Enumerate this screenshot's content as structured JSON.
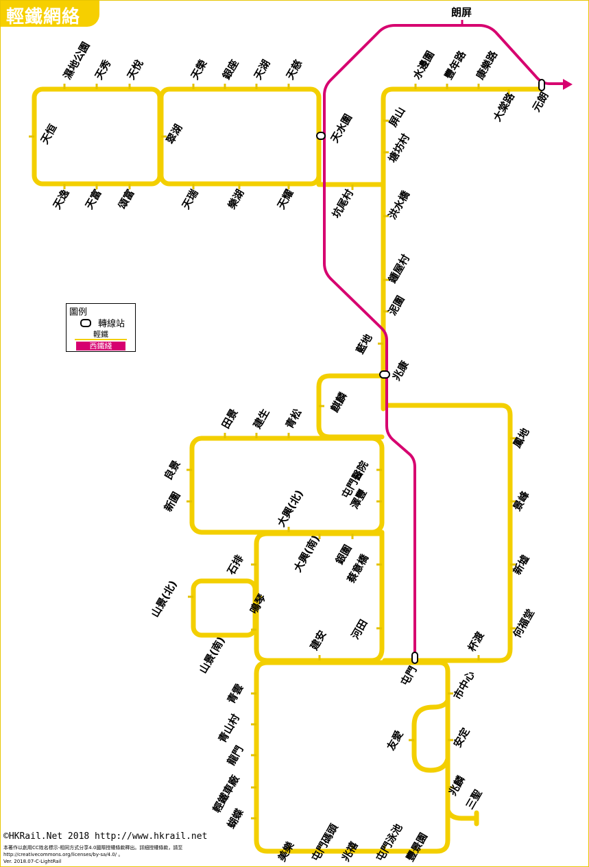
{
  "title": "輕鐵網絡",
  "colors": {
    "light_rail": "#f3cf00",
    "west_rail": "#d6006f"
  },
  "legend": {
    "heading": "圖例",
    "interchange": "轉線站",
    "light_rail": "輕鐵",
    "west_rail": "西鐵綫"
  },
  "stations": {
    "tin_heng": "天恒",
    "tin_yat": "天逸",
    "tin_fu": "天富",
    "chung_fu": "頌富",
    "wetland_park": "濕地公園",
    "tin_sau": "天秀",
    "tin_yuet": "天悅",
    "tin_wing": "天榮",
    "ngan_wo": "銀座",
    "tin_wu": "天湖",
    "tin_tsz": "天慈",
    "chestwood": "翠湖",
    "tin_shui": "天瑞",
    "locwood": "樂湖",
    "tin_yiu": "天耀",
    "tin_shui_wai": "天水圍",
    "hang_mei_tsuen": "坑尾村",
    "shui_pin_wai": "水邊圍",
    "fung_nin_road": "豐年路",
    "hong_lok_road": "康樂路",
    "tai_tong_road": "大棠路",
    "yuen_long": "元朗",
    "long_ping": "朗屏",
    "ping_shan": "屏山",
    "tong_fong_tsuen": "塘坊村",
    "hung_shui_kiu": "洪水橋",
    "chung_uk_tsuen": "鍾屋村",
    "nai_wai": "泥圍",
    "lam_tei": "藍地",
    "siu_hong": "兆康",
    "kei_lun": "麒麟",
    "tin_king": "田景",
    "kin_sang": "建生",
    "ching_chung": "青松",
    "leung_king": "良景",
    "san_wai": "新圍",
    "tmh": "屯門醫院",
    "prime_view": "澤豐",
    "tai_hing_north": "大興(北)",
    "tai_hing_south": "大興(南)",
    "ngan_wai": "銀圍",
    "choy_yee_bridge": "蔡意橋",
    "shek_pai": "石排",
    "shan_king_north": "山景(北)",
    "ming_kum": "鳴琴",
    "shan_king_south": "山景(南)",
    "kin_on": "建安",
    "ho_tin": "河田",
    "fung_tei": "鳳地",
    "king_fung": "景峰",
    "sun_tsuen": "新墟",
    "ho_fuk_tong": "何福堂",
    "pui_to": "杯渡",
    "tuen_mun": "屯門",
    "town_centre": "市中心",
    "on_ting": "安定",
    "yau_oi": "友愛",
    "siu_lun": "兆麟",
    "sam_shing": "三聖",
    "ching_wan": "青雲",
    "tsing_shan_tsuen": "青山村",
    "lung_mun": "龍門",
    "lr_depot": "輕鐵車廠",
    "butterfly": "蝴蝶",
    "melody_garden": "美樂",
    "tuen_mun_ferry_pier": "屯門碼頭",
    "siu_hei": "兆禧",
    "tm_swimming_pool": "屯門泳池",
    "goodview_garden": "豐景園"
  },
  "footer": {
    "credit": "©HKRail.Net 2018 http://www.hkrail.net",
    "license_line1": "本著作以創用CC姓名標示-相同方式分享4.0國際授權條款釋出。詳細授權條款，請至",
    "license_line2": "http://creativecommons.org/licenses/by-sa/4.0/ 。",
    "version": "Ver. 2018.07-C-LightRail"
  }
}
